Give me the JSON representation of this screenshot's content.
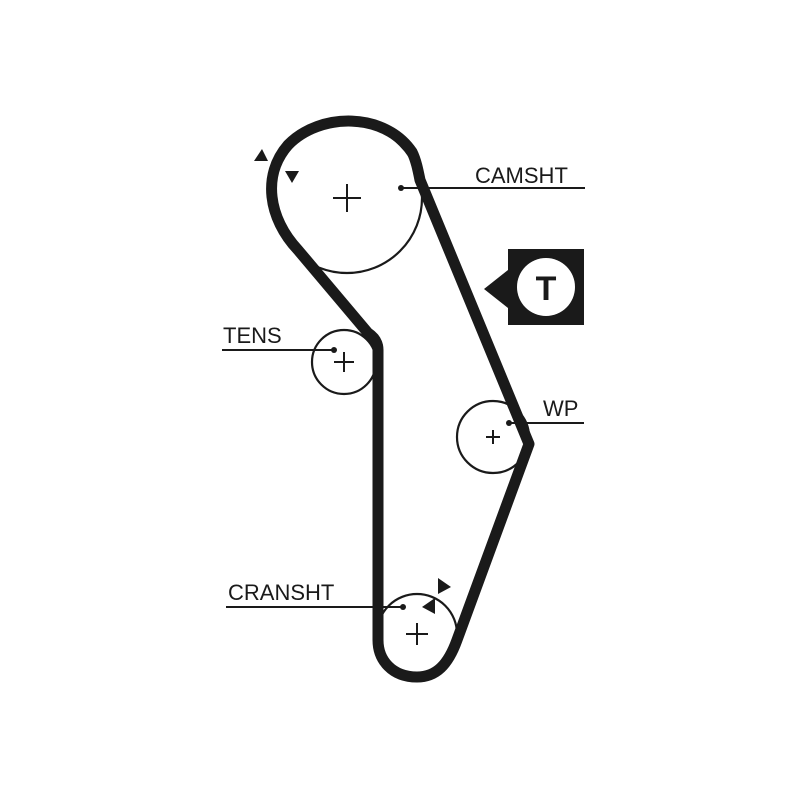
{
  "labels": {
    "camshaft": "CAMSHT",
    "tensioner": "TENS",
    "water_pump": "WP",
    "crankshaft": "CRANSHT"
  },
  "tensioner_symbol": "T",
  "colors": {
    "line": "#1a1a1a",
    "background": "#ffffff"
  }
}
